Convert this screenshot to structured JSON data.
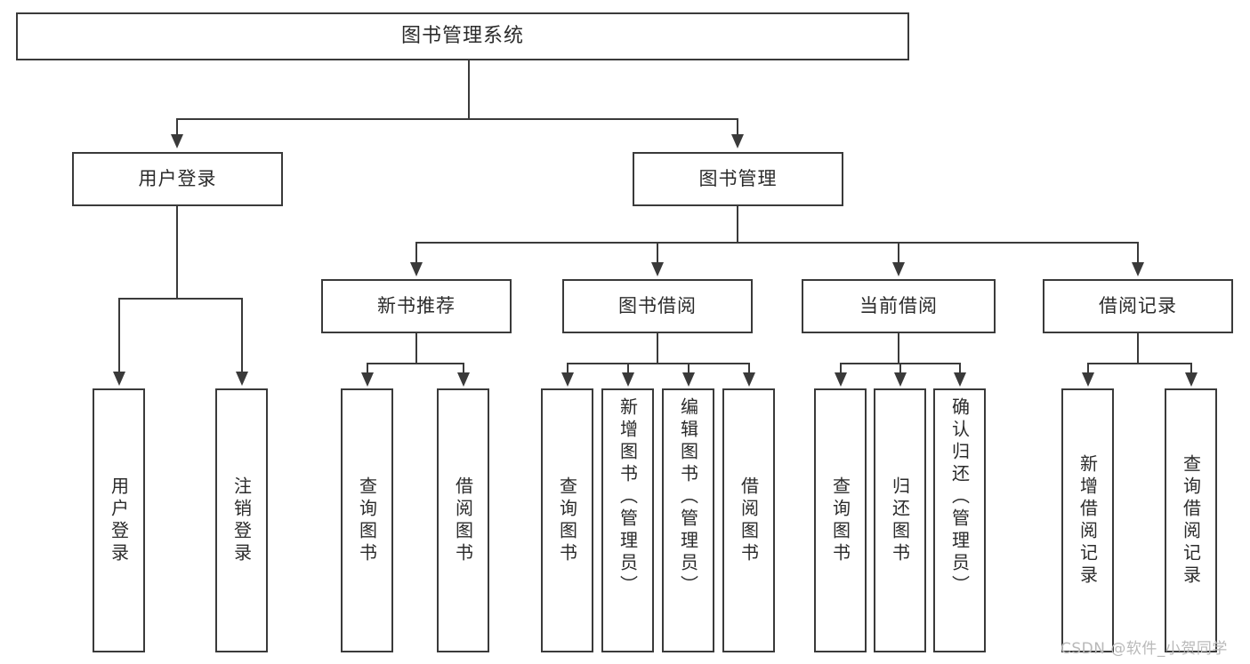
{
  "diagram": {
    "title": "图书管理系统",
    "watermark": "CSDN @软件_小贺同学",
    "root": {
      "label": "图书管理系统"
    },
    "level2": [
      {
        "label": "用户登录"
      },
      {
        "label": "图书管理"
      }
    ],
    "level3": [
      {
        "label": "新书推荐"
      },
      {
        "label": "图书借阅"
      },
      {
        "label": "当前借阅"
      },
      {
        "label": "借阅记录"
      }
    ],
    "leaves": {
      "user_login": [
        {
          "label": "用户登录"
        },
        {
          "label": "注销登录"
        }
      ],
      "new_book": [
        {
          "label": "查询图书"
        },
        {
          "label": "借阅图书"
        }
      ],
      "borrow": [
        {
          "label": "查询图书"
        },
        {
          "label": "新增图书（管理员）"
        },
        {
          "label": "编辑图书（管理员）"
        },
        {
          "label": "借阅图书"
        }
      ],
      "current": [
        {
          "label": "查询图书"
        },
        {
          "label": "归还图书"
        },
        {
          "label": "确认归还（管理员）"
        }
      ],
      "records": [
        {
          "label": "新增借阅记录"
        },
        {
          "label": "查询借阅记录"
        }
      ]
    },
    "colors": {
      "stroke": "#3a3a3a",
      "text": "#2b2b2b",
      "background": "#ffffff",
      "watermark": "#b9b9b9"
    }
  }
}
